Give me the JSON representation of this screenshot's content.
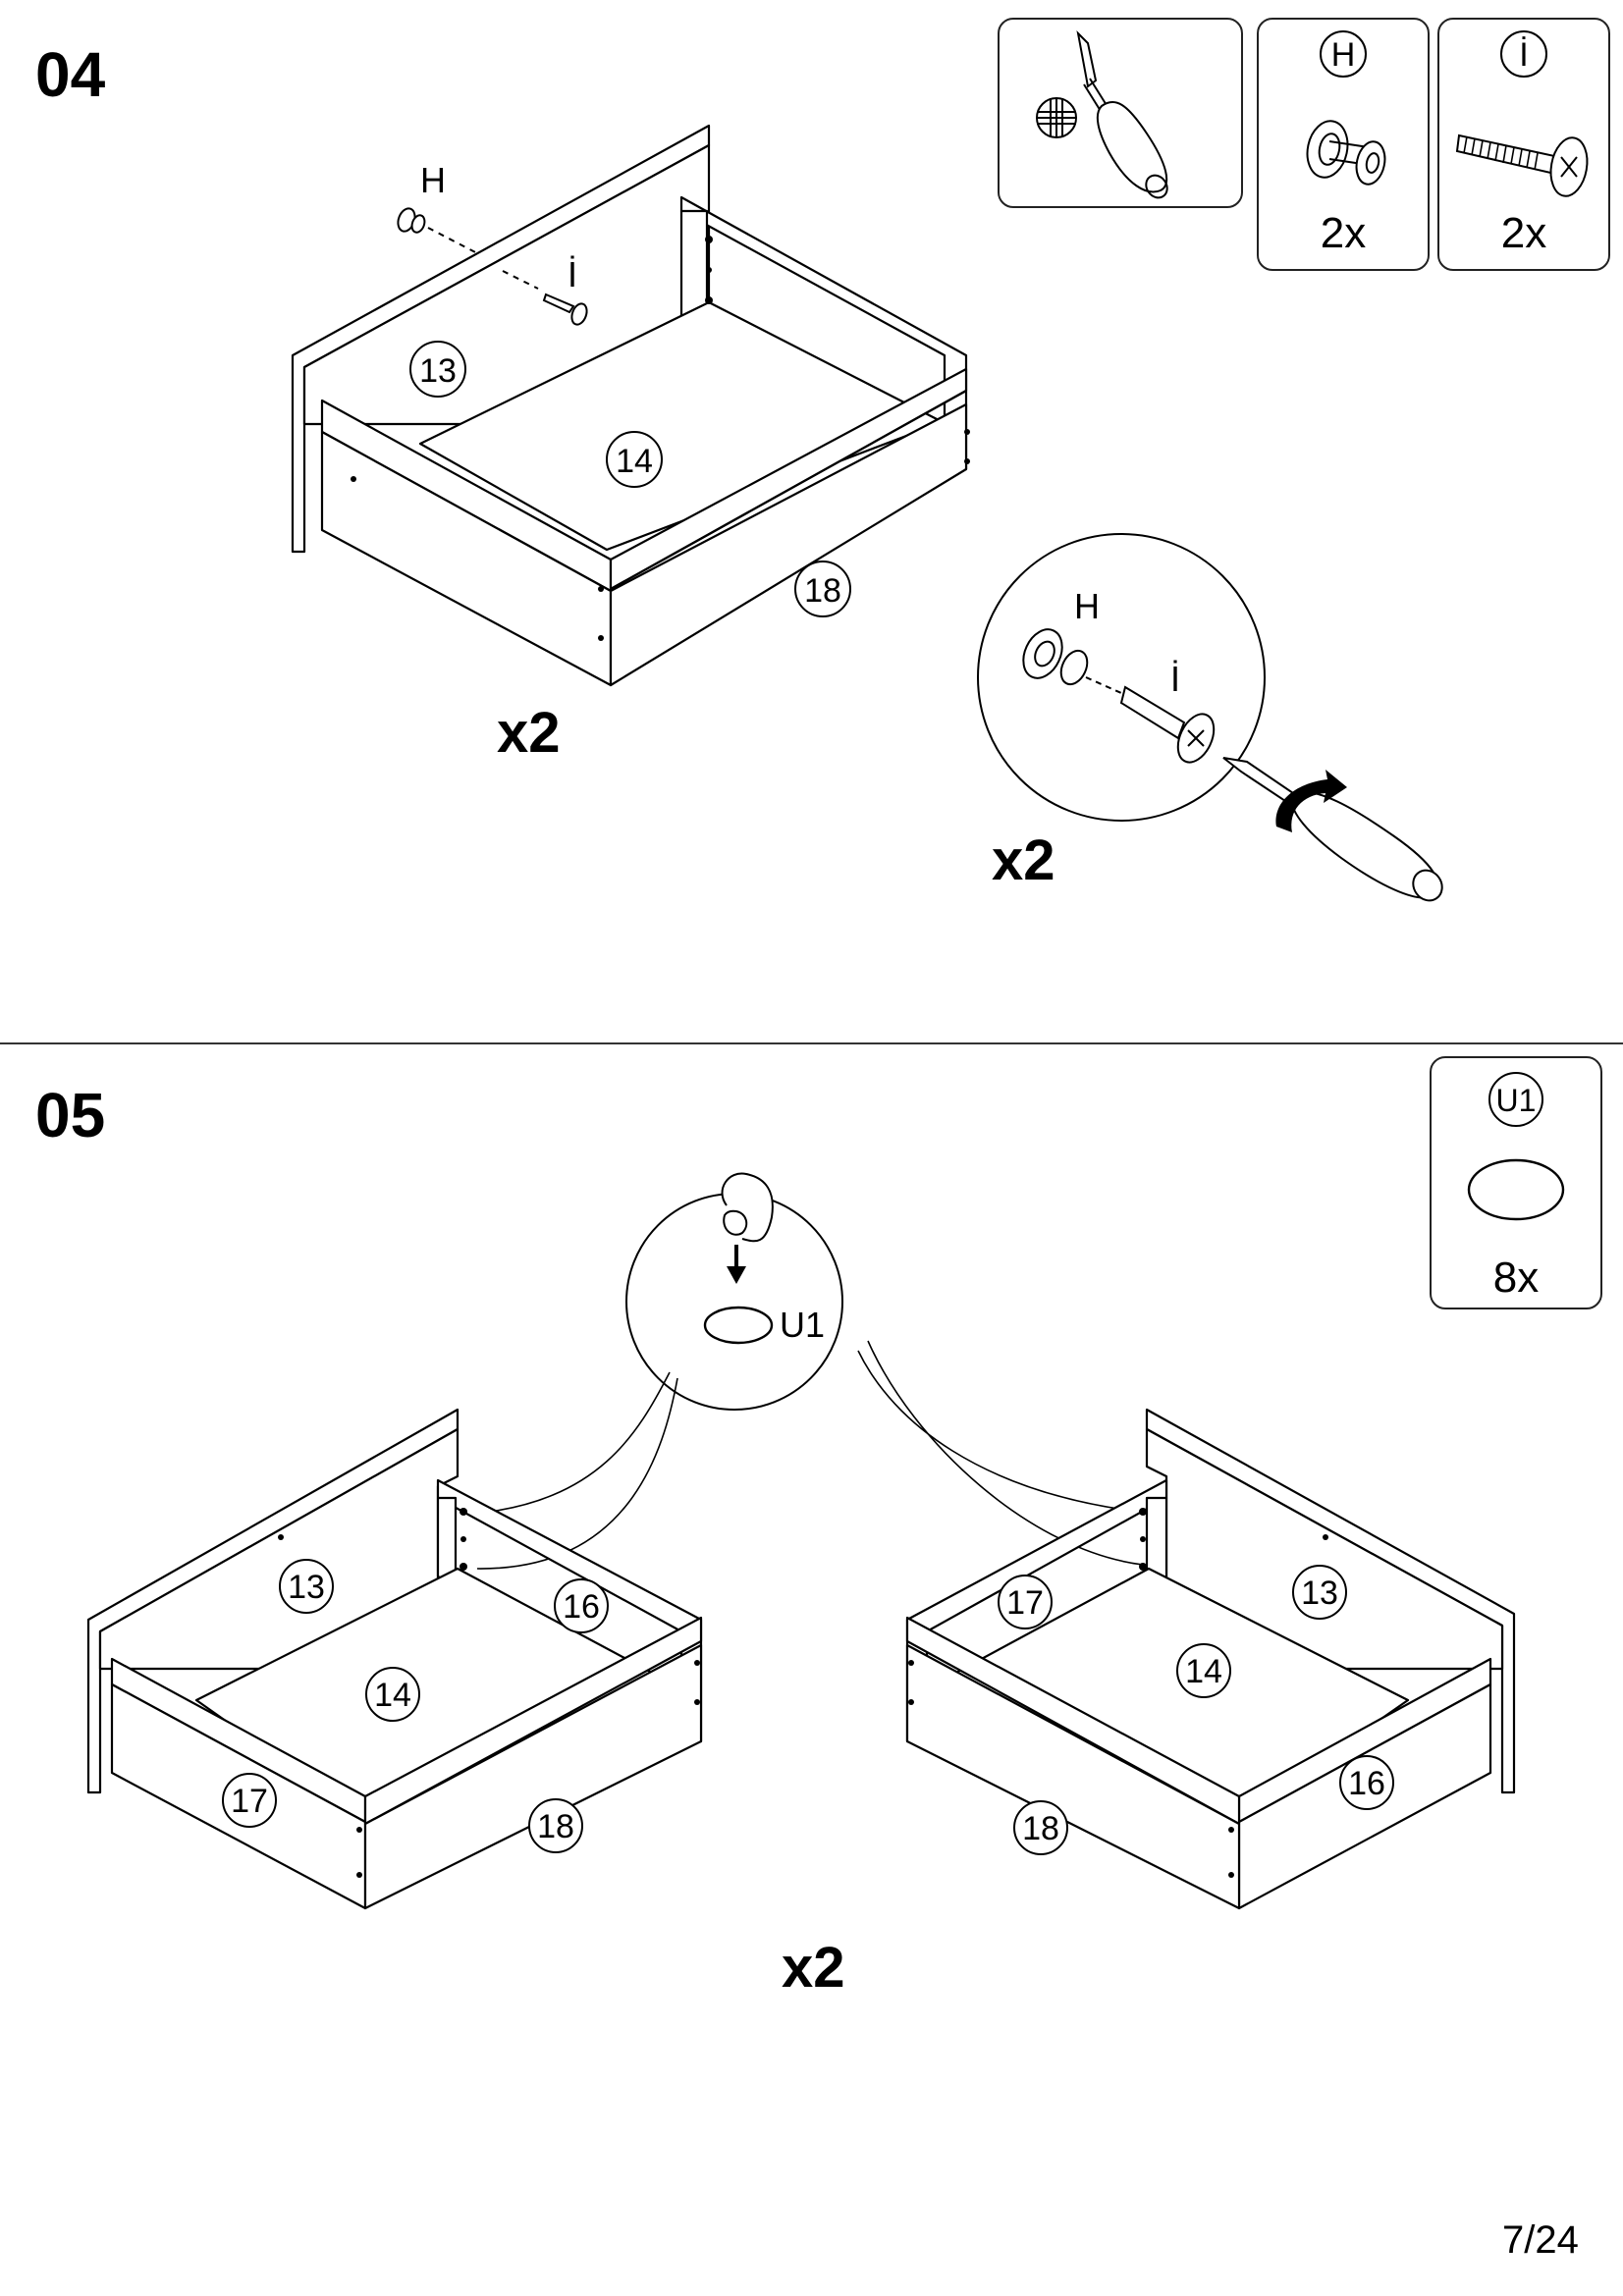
{
  "steps": [
    {
      "number": "04",
      "multiplier": "x2",
      "detail_multiplier": "x2",
      "labels": {
        "hardware_a": "H",
        "hardware_b": "İ"
      },
      "parts": {
        "back_panel": "13",
        "bottom_panel": "14",
        "front_panel": "18"
      },
      "hardware": [
        {
          "icon": "screwdriver-icon",
          "label": "",
          "qty": ""
        },
        {
          "icon": "knob-icon",
          "label": "H",
          "qty": "2x"
        },
        {
          "icon": "bolt-icon",
          "label": "İ",
          "qty": "2x"
        }
      ]
    },
    {
      "number": "05",
      "multiplier": "x2",
      "detail_label": "U1",
      "parts": {
        "left": {
          "back": "13",
          "right_side": "16",
          "bottom": "14",
          "left_side": "17",
          "front": "18"
        },
        "right": {
          "back": "13",
          "left_side": "17",
          "bottom": "14",
          "right_side": "16",
          "front": "18"
        }
      },
      "hardware": [
        {
          "icon": "felt-pad-icon",
          "label": "U1",
          "qty": "8x"
        }
      ]
    }
  ],
  "page_number": "7/24"
}
